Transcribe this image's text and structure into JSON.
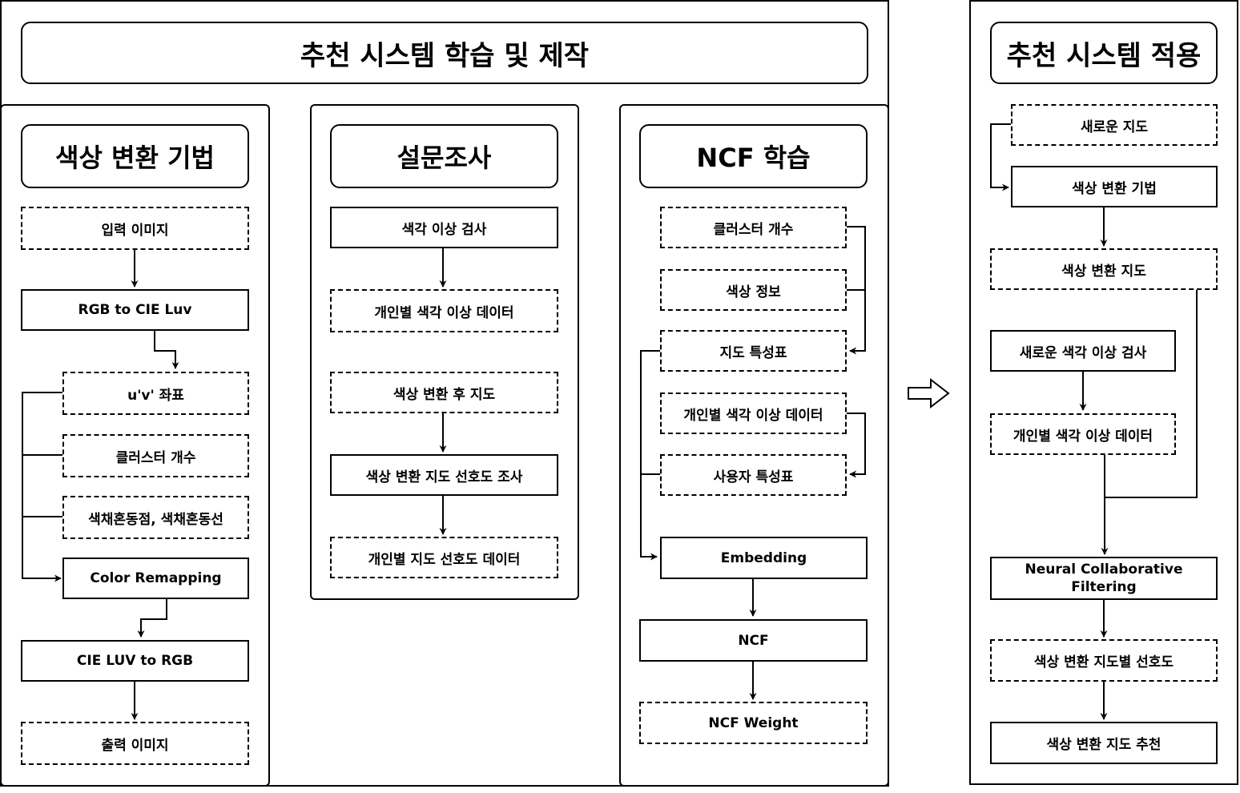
{
  "header": {
    "title": "추천 시스템 학습 및 제작"
  },
  "panels": {
    "color": {
      "title": "색상 변환 기법",
      "nodes": {
        "input": "입력 이미지",
        "rgb2luv": "RGB to CIE Luv",
        "uv": "u'v' 좌표",
        "clusters": "클러스터 개수",
        "confusion": "색채혼동점, 색채혼동선",
        "remap": "Color Remapping",
        "luv2rgb": "CIE LUV to RGB",
        "output": "출력 이미지"
      }
    },
    "survey": {
      "title": "설문조사",
      "nodes": {
        "test": "색각 이상 검사",
        "personal": "개인별 색각 이상 데이터",
        "converted": "색상 변환 후 지도",
        "pref_survey": "색상 변환 지도 선호도 조사",
        "pref_data": "개인별 지도 선호도 데이터"
      }
    },
    "ncf": {
      "title": "NCF 학습",
      "nodes": {
        "clusters": "클러스터 개수",
        "color_info": "색상 정보",
        "map_features": "지도 특성표",
        "personal": "개인별 색각 이상 데이터",
        "user_features": "사용자 특성표",
        "embedding": "Embedding",
        "ncf": "NCF",
        "weight": "NCF Weight"
      }
    }
  },
  "apply": {
    "title": "추천 시스템 적용",
    "nodes": {
      "new_map": "새로운 지도",
      "method": "색상 변환 기법",
      "converted": "색상 변환 지도",
      "new_test": "새로운 색각 이상 검사",
      "personal": "개인별 색각 이상 데이터",
      "ncf": "Neural Collaborative\nFiltering",
      "pref": "색상 변환 지도별 선호도",
      "recommend": "색상 변환 지도 추천"
    }
  },
  "icons": {
    "transition_arrow": "hollow-right-arrow-icon"
  }
}
